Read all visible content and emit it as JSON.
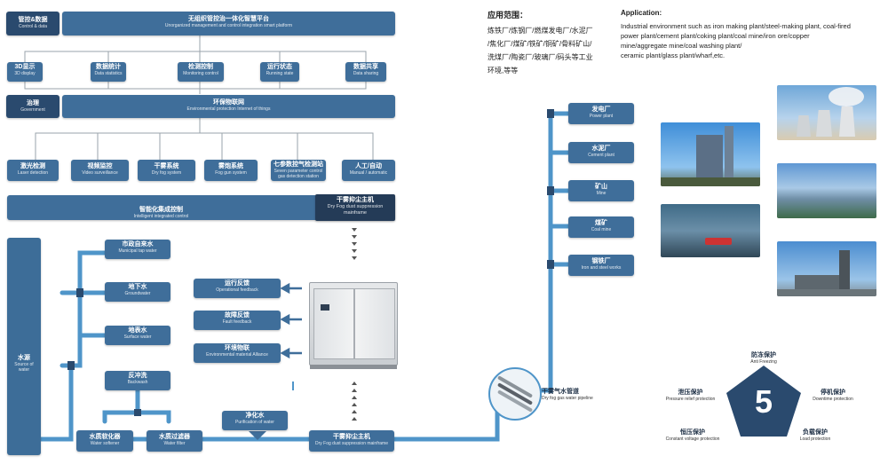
{
  "top": {
    "left_label": {
      "zh": "管控&数据",
      "en": "Control & data"
    },
    "title": {
      "zh": "无组织管控治一体化智慧平台",
      "en": "Unorganized management and control integration smart platform"
    }
  },
  "modules": [
    {
      "zh": "3D显示",
      "en": "3D display"
    },
    {
      "zh": "数据统计",
      "en": "Data statistics"
    },
    {
      "zh": "检测控制",
      "en": "Monitoring control"
    },
    {
      "zh": "运行状态",
      "en": "Running state"
    },
    {
      "zh": "数据共享",
      "en": "Data sharing"
    }
  ],
  "iot": {
    "left_label": {
      "zh": "治理",
      "en": "Government"
    },
    "title": {
      "zh": "环保物联网",
      "en": "Environmental  protection Internet of things"
    }
  },
  "systems": [
    {
      "zh": "激光检测",
      "en": "Laser detection"
    },
    {
      "zh": "视频监控",
      "en": "Video surveillance"
    },
    {
      "zh": "干雾系统",
      "en": "Dry fog system"
    },
    {
      "zh": "雾炮系统",
      "en": "Fog gun system"
    },
    {
      "zh": "七参数控气检测站",
      "en": "Seven parameter control gas detection station"
    },
    {
      "zh": "人工/自动",
      "en": "Manual / automatic"
    }
  ],
  "integrated": {
    "zh": "智能化集成控制",
    "en": "Intelligent integrated control"
  },
  "mainframe_box": {
    "zh": "干雾抑尘主机",
    "en": "Dry Fog dust suppression mainframe"
  },
  "water_source": {
    "zh": "水源",
    "en": "Source of water"
  },
  "sources": [
    {
      "zh": "市政自来水",
      "en": "Municipal tap water"
    },
    {
      "zh": "地下水",
      "en": "Groundwater"
    },
    {
      "zh": "地表水",
      "en": "Surface water"
    }
  ],
  "feedback": [
    {
      "zh": "运行反馈",
      "en": "Operational feedback"
    },
    {
      "zh": "故障反馈",
      "en": "Fault feedback"
    },
    {
      "zh": "环境物联",
      "en": "Environmental material Alliance"
    }
  ],
  "backwash": {
    "zh": "反冲洗",
    "en": "Backwash"
  },
  "purified": {
    "zh": "净化水",
    "en": "Purification of water"
  },
  "softener": {
    "zh": "水质软化器",
    "en": "Water softener"
  },
  "filter": {
    "zh": "水质过滤器",
    "en": "Water filter"
  },
  "bottom_mainframe": {
    "zh": "干雾抑尘主机",
    "en": "Dry Fog dust suppression mainframe"
  },
  "pipeline": {
    "zh": "干雾气水管道",
    "en": "Dry fog gas water pipeline"
  },
  "application_zh": {
    "heading": "应用范围：",
    "lines": [
      "炼铁厂/炼钢厂/燃煤发电厂/水泥厂",
      "/焦化厂/煤矿/铁矿/铜矿/骨料矿山/",
      "洗煤厂/陶瓷厂/玻璃厂/码头等工业",
      "环境,等等"
    ]
  },
  "application_en": {
    "heading": "Application:",
    "lines": [
      "Industrial environment such as iron making plant/steel-making plant, coal-fired",
      "power plant/cement plant/coking plant/coal mine/iron ore/copper",
      "mine/aggregate mine/coal washing plant/",
      "ceramic plant/glass plant/wharf,etc."
    ]
  },
  "plants": [
    {
      "zh": "发电厂",
      "en": "Power plant"
    },
    {
      "zh": "水泥厂",
      "en": "Cement plant"
    },
    {
      "zh": "矿山",
      "en": "Mine"
    },
    {
      "zh": "煤矿",
      "en": "Coal mine"
    },
    {
      "zh": "钢铁厂",
      "en": "Iron and steel works"
    }
  ],
  "protection": {
    "number": "5",
    "items": [
      {
        "zh": "防冻保护",
        "en": "Anti Freezing"
      },
      {
        "zh": "泄压保护",
        "en": "Pressure relief protection"
      },
      {
        "zh": "停机保护",
        "en": "Downtime protection"
      },
      {
        "zh": "恒压保护",
        "en": "Constant voltage protection"
      },
      {
        "zh": "负载保护",
        "en": "Load protection"
      }
    ]
  },
  "colors": {
    "box": "#3f6e9a",
    "dark": "#2a4a6e",
    "pipe": "#4f95c9"
  }
}
